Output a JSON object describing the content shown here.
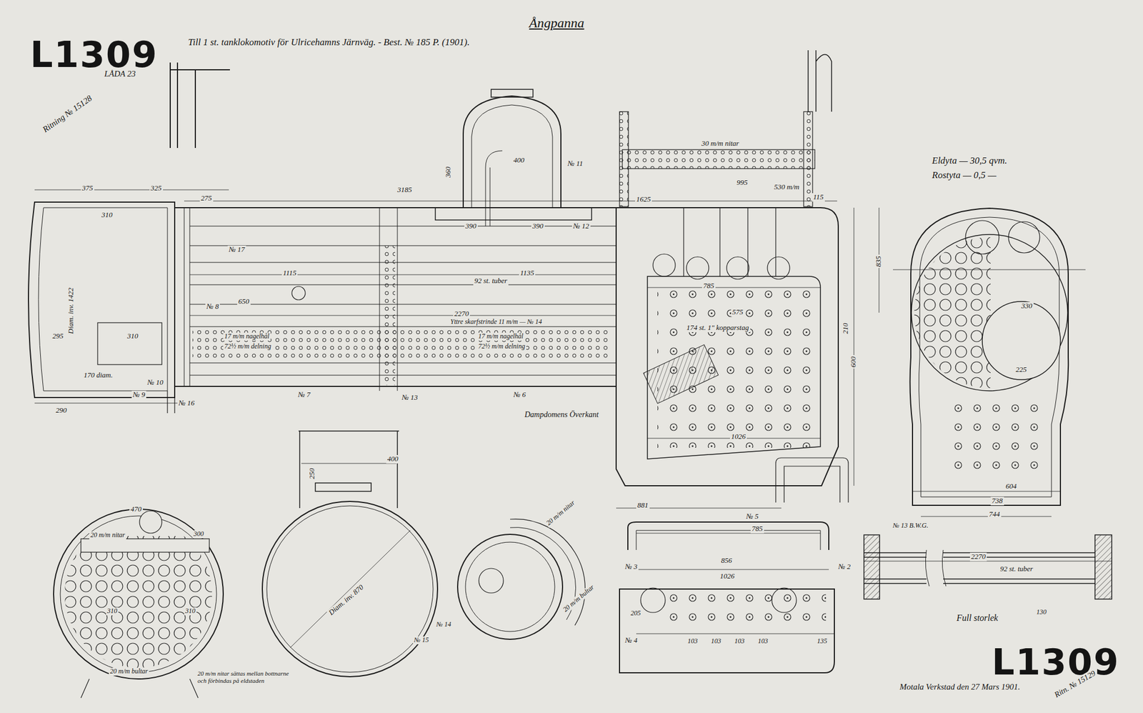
{
  "diagram": {
    "title": "Ångpanna",
    "labels": [
      "L1309",
      "L1309",
      "Till 1 st. tanklokomotiv för Ulricehamns Järnväg. - Best. № 185 P. (1901).",
      "Ritning № 15128",
      "LÅDA 23",
      "Eldyta — 30,5 qvm.",
      "Rostyta — 0,5 —",
      "Full storlek",
      "Motala Verkstad den 27 Mars 1901.",
      "Ritn. № 15129",
      "Dampdomens Överkant",
      "92 st. tuber",
      "174 st. 1\" kopparstag",
      "1115",
      "1135",
      "650",
      "2270",
      "375",
      "325",
      "310",
      "275",
      "3185",
      "1625",
      "995",
      "530 m/m",
      "115",
      "30 m/m nitar",
      "400",
      "360",
      "390",
      "390",
      "№ 12",
      "№ 11",
      "785",
      "575",
      "1026",
      "600",
      "835",
      "210",
      "295",
      "310",
      "170 diam.",
      "290",
      "№ 7",
      "№ 6",
      "№ 13",
      "№ 16",
      "№ 17",
      "Diam. inv. 1422",
      "17 m/m nagelhål",
      "72½ m/m delning",
      "17 m/m nagelhål",
      "72½ m/m delning",
      "Yttre skarfstrinde 11 m/m — № 14",
      "400",
      "250",
      "Diam. inv. 870",
      "470",
      "20 m/m nitar",
      "300",
      "310",
      "310",
      "20 m/m bultar",
      "20 m/m nitar sättas mellan bottnarne och förbindas på eldstaden",
      "20 m/m nitar",
      "20 m/m bultar",
      "№ 15",
      "№ 14",
      "785",
      "856",
      "1026",
      "№ 5",
      "№ 4",
      "103",
      "103",
      "103",
      "103",
      "135",
      "205",
      "2270",
      "92 st. tuber",
      "№ 13 B.W.G.",
      "130",
      "604",
      "738",
      "744",
      "330",
      "225",
      "881",
      "№ 9",
      "№ 10",
      "№ 8",
      "№ 3",
      "№ 2"
    ]
  }
}
